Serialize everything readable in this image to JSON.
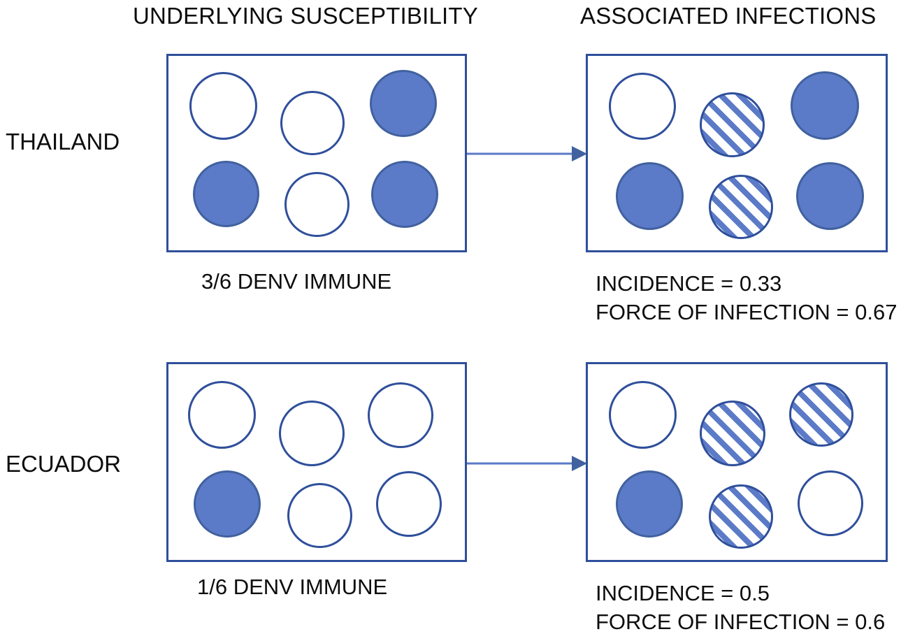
{
  "headings": {
    "left_column": "UNDERLYING SUSCEPTIBILITY",
    "right_column": "ASSOCIATED INFECTIONS"
  },
  "colors": {
    "immune_fill": "#5B7AC7",
    "outline": "#2F4F9B",
    "infected_hatch": "#5B7AC7",
    "text": "#0D0D0D",
    "background": "#FFFFFF"
  },
  "legend_semantics": {
    "open_circle": "susceptible / uninfected individual",
    "filled_circle": "DENV immune individual",
    "hatched_circle": "newly infected individual"
  },
  "rows": [
    {
      "label": "THAILAND",
      "susceptibility": {
        "caption": "3/6 DENV IMMUNE",
        "total": 6,
        "circles": [
          {
            "state": "open"
          },
          {
            "state": "open"
          },
          {
            "state": "filled"
          },
          {
            "state": "filled"
          },
          {
            "state": "open"
          },
          {
            "state": "filled"
          }
        ]
      },
      "arrow": "arrow-right",
      "infections": {
        "circles": [
          {
            "state": "open"
          },
          {
            "state": "hatched"
          },
          {
            "state": "filled"
          },
          {
            "state": "filled"
          },
          {
            "state": "hatched"
          },
          {
            "state": "filled"
          }
        ],
        "metrics": [
          "INCIDENCE = 0.33",
          "FORCE OF INFECTION = 0.67"
        ]
      }
    },
    {
      "label": "ECUADOR",
      "susceptibility": {
        "caption": "1/6 DENV IMMUNE",
        "total": 6,
        "circles": [
          {
            "state": "open"
          },
          {
            "state": "open"
          },
          {
            "state": "open"
          },
          {
            "state": "filled"
          },
          {
            "state": "open"
          },
          {
            "state": "open"
          }
        ]
      },
      "arrow": "arrow-right",
      "infections": {
        "circles": [
          {
            "state": "open"
          },
          {
            "state": "hatched"
          },
          {
            "state": "hatched"
          },
          {
            "state": "filled"
          },
          {
            "state": "hatched"
          },
          {
            "state": "open"
          }
        ],
        "metrics": [
          "INCIDENCE = 0.5",
          "FORCE OF INFECTION = 0.6"
        ]
      }
    }
  ]
}
